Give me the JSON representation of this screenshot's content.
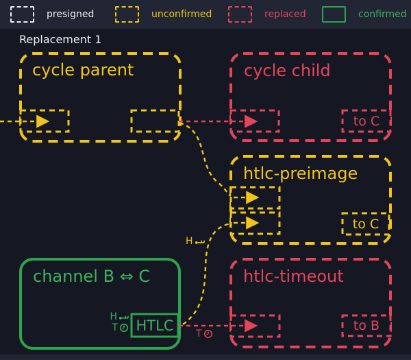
{
  "legend": {
    "items": [
      {
        "label": "presigned",
        "color": "#ecedf2",
        "swatch_style": "dashed"
      },
      {
        "label": "unconfirmed",
        "color": "#f0c419",
        "swatch_style": "dashed"
      },
      {
        "label": "replaced",
        "color": "#e5455a",
        "swatch_style": "dashed"
      },
      {
        "label": "confirmed",
        "color": "#2da44e",
        "swatch_style": "solid"
      }
    ]
  },
  "diagram": {
    "title": "Replacement 1",
    "nodes": [
      {
        "id": "cycle-parent",
        "label": "cycle parent",
        "status": "unconfirmed"
      },
      {
        "id": "cycle-child",
        "label": "cycle child",
        "status": "replaced"
      },
      {
        "id": "htlc-preimage",
        "label": "htlc-preimage",
        "status": "unconfirmed"
      },
      {
        "id": "channel",
        "label": "channel B ⇔ C",
        "status": "confirmed"
      },
      {
        "id": "htlc-timeout",
        "label": "htlc-timeout",
        "status": "replaced"
      }
    ],
    "slots": {
      "cycle_child_output": "to C",
      "htlc_preimage_output": "to C",
      "htlc_timeout_output": "to B",
      "channel_htlc": "HTLC"
    },
    "annotations": {
      "channel_hash_letter": "H",
      "channel_time_letter": "T",
      "preimage_path_letter": "H",
      "timeout_path_letter": "T"
    },
    "colors": {
      "background": "#151823",
      "bar_background": "#222534",
      "unconfirmed": "#f0c419",
      "replaced": "#e5455a",
      "confirmed": "#2da44e",
      "presigned": "#ecedf2"
    }
  }
}
